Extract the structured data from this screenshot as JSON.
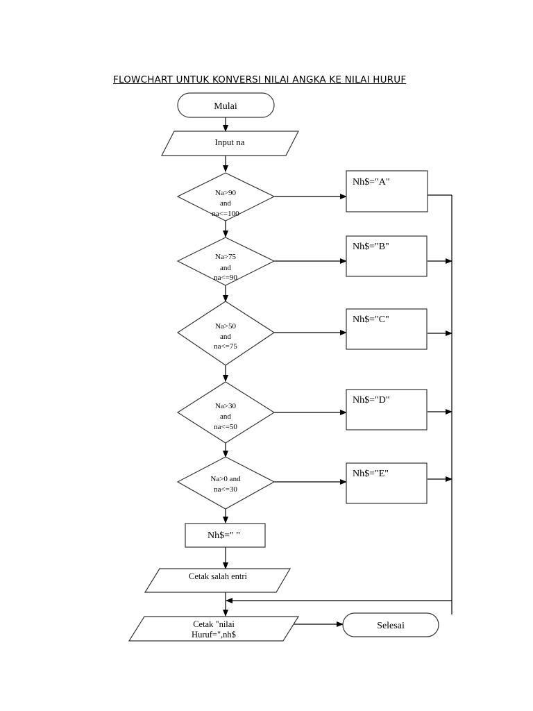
{
  "title": "FLOWCHART UNTUK KONVERSI NILAI ANGKA KE NILAI HURUF",
  "start": "Mulai",
  "input": "Input na",
  "decisions": [
    [
      "Na>90",
      "and",
      "na<=100"
    ],
    [
      "Na>75",
      "and",
      "na<=90"
    ],
    [
      "Na>50",
      "and",
      "na<=75"
    ],
    [
      "Na>30",
      "and",
      "na<=50"
    ],
    [
      "Na>0 and",
      "na<=30"
    ]
  ],
  "assignments": [
    "Nh$=\"A\"",
    "Nh$=\"B\"",
    "Nh$=\"C\"",
    "Nh$=\"D\"",
    "Nh$=\"E\""
  ],
  "empty_assign": "Nh$=\" \"",
  "error_output": "Cetak salah entri",
  "print_output": [
    "Cetak \"nilai",
    "Huruf=\",nh$"
  ],
  "end": "Selesai"
}
